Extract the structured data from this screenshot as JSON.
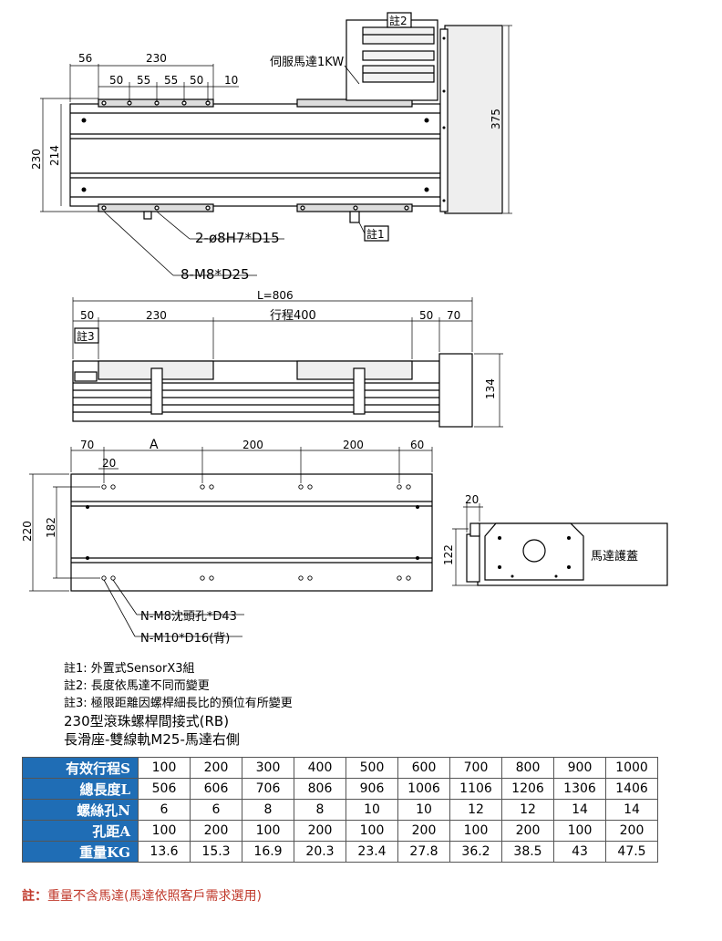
{
  "top_view": {
    "dims": {
      "d56": "56",
      "d230": "230",
      "d50a": "50",
      "d55a": "55",
      "d55b": "55",
      "d50b": "50",
      "d10": "10",
      "d230v": "230",
      "d214v": "214",
      "d375v": "375"
    },
    "motor_label": "伺服馬達1KW",
    "note2_tag": "註2",
    "note1_tag": "註1",
    "callout_pin": "2-ø8H7*D15",
    "callout_bolt": "8-M8*D25"
  },
  "side_view": {
    "dims": {
      "total": "L=806",
      "d50a": "50",
      "d230": "230",
      "stroke": "行程400",
      "d50b": "50",
      "d70": "70",
      "d134v": "134"
    },
    "note3_tag": "註3"
  },
  "bottom_view": {
    "dims": {
      "d70": "70",
      "a": "A",
      "d200a": "200",
      "d200b": "200",
      "d60": "60",
      "d20": "20",
      "d220v": "220",
      "d182v": "182"
    },
    "callout_cbore": "N-M8沈頭孔*D43",
    "callout_back": "N-M10*D16(背)"
  },
  "end_view": {
    "dims": {
      "d20": "20",
      "d122v": "122"
    },
    "cover_label": "馬達護蓋"
  },
  "notes": [
    "註1: 外置式SensorX3組",
    "註2: 長度依馬達不同而變更",
    "註3: 極限距離因螺桿細長比的預位有所變更"
  ],
  "model_line1": "230型滾珠螺桿間接式(RB)",
  "model_line2": "長滑座-雙線軌M25-馬達右側",
  "spec_table": {
    "header_color": "#1f6db5",
    "rows": [
      {
        "label": "有效行程S",
        "values": [
          "100",
          "200",
          "300",
          "400",
          "500",
          "600",
          "700",
          "800",
          "900",
          "1000"
        ]
      },
      {
        "label": "總長度L",
        "values": [
          "506",
          "606",
          "706",
          "806",
          "906",
          "1006",
          "1106",
          "1206",
          "1306",
          "1406"
        ]
      },
      {
        "label": "螺絲孔N",
        "values": [
          "6",
          "6",
          "8",
          "8",
          "10",
          "10",
          "12",
          "12",
          "14",
          "14"
        ]
      },
      {
        "label": "孔距A",
        "values": [
          "100",
          "200",
          "100",
          "200",
          "100",
          "200",
          "100",
          "200",
          "100",
          "200"
        ]
      },
      {
        "label": "重量KG",
        "values": [
          "13.6",
          "15.3",
          "16.9",
          "20.3",
          "23.4",
          "27.8",
          "36.2",
          "38.5",
          "43",
          "47.5"
        ]
      }
    ]
  },
  "footnote_tag": "註：",
  "footnote_text": "重量不含馬達(馬達依照客戶需求選用)",
  "footnote_color": "#c0392b"
}
